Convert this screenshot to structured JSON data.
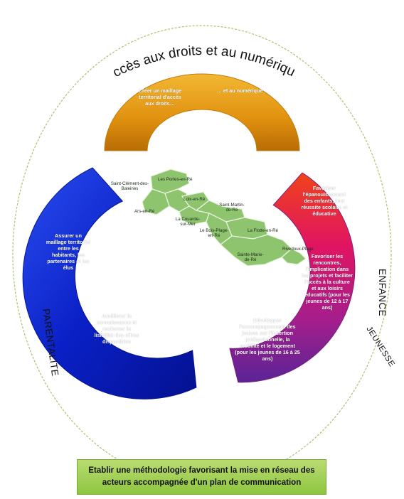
{
  "title_top": "Accès aux droits et au numérique",
  "acces": {
    "text_left": "Créer un maillage territorial d'accès aux droits…",
    "text_right": "… et au numérique"
  },
  "parentalite": {
    "label": "PARENTALITE",
    "text1": "Assurer un maillage territorial entre les habitants, les partenaires et les élus",
    "text2": "Améliorer la connaissance et renforcer la lisibilité des offres disponibles"
  },
  "enfance": {
    "label": "ENFANCE",
    "text1": "Favoriser l'épanouissement des enfants, leur réussite scolaire et éducative",
    "text2": "Favoriser les rencontres, l'implication dans les projets et faciliter l'accès à la culture et aux loisirs éducatifs (pour les jeunes de 12 à 17 ans)"
  },
  "jeunesse": {
    "label": "JEUNESSE",
    "text": "Développer l'accompagnement des jeunes sur l'insertion professionnelle, la mobilité et le logement (pour les jeunes de 16 à 25 ans)"
  },
  "communes": {
    "c1": "Les Portes-en-Ré",
    "c2": "Saint-Clément-des-Baleines",
    "c3": "Loix-en-Ré",
    "c4": "Ars-en-Ré",
    "c5": "Saint-Martin-de-Ré",
    "c6": "La Couarde-sur-Mer",
    "c7": "Le Bois-Plage-en-Ré",
    "c8": "La Flotte-en-Ré",
    "c9": "Rivedoux-Plage",
    "c10": "Sainte-Marie-de-Ré"
  },
  "footer": {
    "text": "Etablir une méthodologie favorisant la mise en réseau des acteurs accompagnée d'un plan de communication"
  },
  "colors": {
    "acces": "#e69a16",
    "parentalite": "#0a22c8",
    "enfance": "#e0155a",
    "jeunesse": "#7d2294",
    "map": "#8fc46f",
    "footer": "#9fd04d"
  }
}
